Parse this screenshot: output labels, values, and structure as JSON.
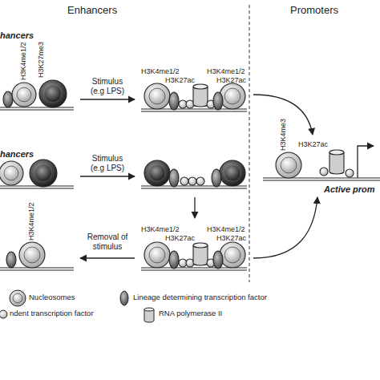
{
  "diagram": {
    "labels": [
      "Enhancers",
      "Promoters",
      "hancers",
      "H3K4me1/2",
      "H3K27me3",
      "Stimulus (e.g LPS)",
      "H3K4me1/2",
      "H3K27ac",
      "H3K4me1/2",
      "H3K27ac",
      "hancers",
      "Stimulus (e.g LPS)",
      "H3K4me3",
      "H3K27ac",
      "Active prom",
      "H3K4me1/2",
      "Removal of stimulus",
      "H3K4me1/2",
      "H3K27ac",
      "H3K4me1/2",
      "H3K27ac"
    ],
    "legend": [
      {
        "text": "Nucleosomes"
      },
      {
        "text": "Lineage determining transcription factor"
      },
      {
        "text": "ndent transcription factor"
      },
      {
        "text": "RNA polymerase II"
      }
    ]
  }
}
